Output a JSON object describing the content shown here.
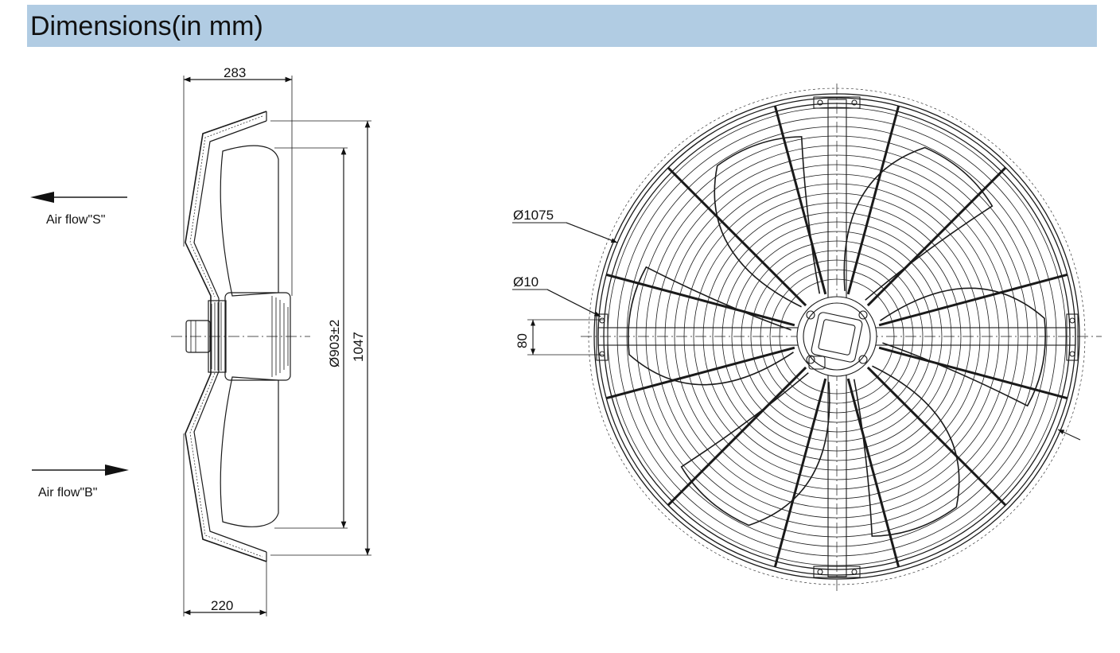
{
  "header": {
    "title": "Dimensions(in mm)"
  },
  "side_view": {
    "airflow_s_label": "Air flow\"S\"",
    "airflow_b_label": "Air flow\"B\"",
    "dim_top": "283",
    "dim_bottom": "220",
    "dim_impeller": "Ø903±2",
    "dim_height": "1047"
  },
  "front_view": {
    "dim_guard": "Ø1075",
    "dim_hole": "Ø10",
    "dim_spacing": "80"
  },
  "colors": {
    "header_bg": "#b1cce3",
    "line": "#1a1a1a"
  }
}
